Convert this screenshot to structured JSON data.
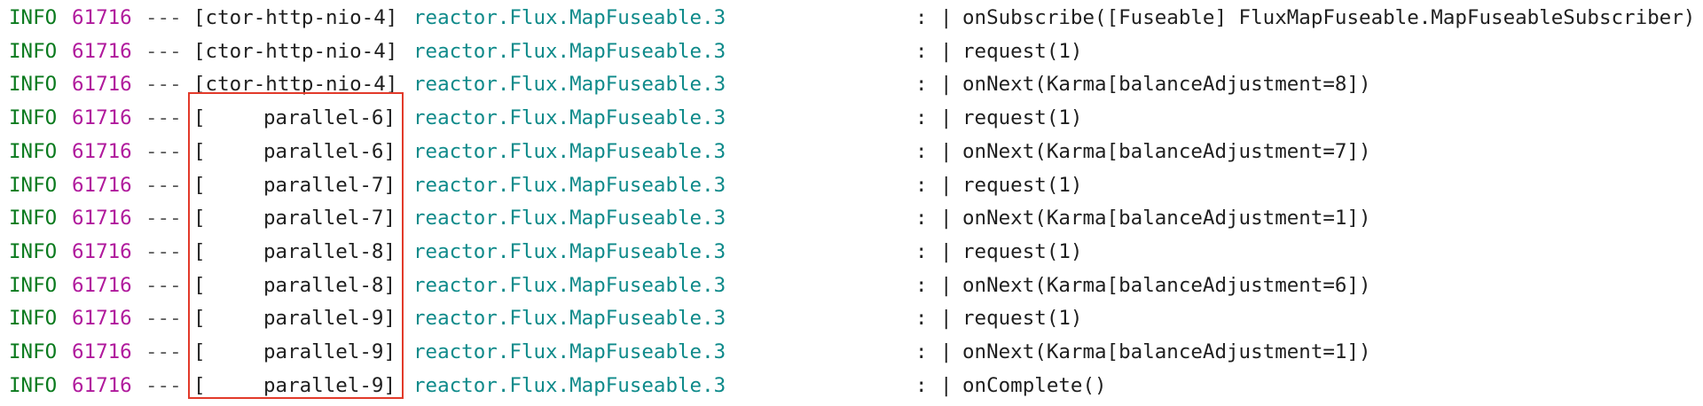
{
  "colors": {
    "level": "#0b7a1e",
    "pid": "#b0199c",
    "logger": "#0e8a8a",
    "text": "#1f1f1f",
    "highlight": "#e23a2a"
  },
  "rows": [
    {
      "level": "INFO",
      "pid": "61716",
      "sep": "---",
      "thread": "[ctor-http-nio-4]",
      "logger": "reactor.Flux.MapFuseable.3",
      "colon": ":",
      "pipe": "|",
      "message": "onSubscribe([Fuseable] FluxMapFuseable.MapFuseableSubscriber)"
    },
    {
      "level": "INFO",
      "pid": "61716",
      "sep": "---",
      "thread": "[ctor-http-nio-4]",
      "logger": "reactor.Flux.MapFuseable.3",
      "colon": ":",
      "pipe": "|",
      "message": "request(1)"
    },
    {
      "level": "INFO",
      "pid": "61716",
      "sep": "---",
      "thread": "[ctor-http-nio-4]",
      "logger": "reactor.Flux.MapFuseable.3",
      "colon": ":",
      "pipe": "|",
      "message": "onNext(Karma[balanceAdjustment=8])"
    },
    {
      "level": "INFO",
      "pid": "61716",
      "sep": "---",
      "thread": "parallel-6]",
      "bracket": "[",
      "logger": "reactor.Flux.MapFuseable.3",
      "colon": ":",
      "pipe": "|",
      "message": "request(1)"
    },
    {
      "level": "INFO",
      "pid": "61716",
      "sep": "---",
      "thread": "parallel-6]",
      "bracket": "[",
      "logger": "reactor.Flux.MapFuseable.3",
      "colon": ":",
      "pipe": "|",
      "message": "onNext(Karma[balanceAdjustment=7])"
    },
    {
      "level": "INFO",
      "pid": "61716",
      "sep": "---",
      "thread": "parallel-7]",
      "bracket": "[",
      "logger": "reactor.Flux.MapFuseable.3",
      "colon": ":",
      "pipe": "|",
      "message": "request(1)"
    },
    {
      "level": "INFO",
      "pid": "61716",
      "sep": "---",
      "thread": "parallel-7]",
      "bracket": "[",
      "logger": "reactor.Flux.MapFuseable.3",
      "colon": ":",
      "pipe": "|",
      "message": "onNext(Karma[balanceAdjustment=1])"
    },
    {
      "level": "INFO",
      "pid": "61716",
      "sep": "---",
      "thread": "parallel-8]",
      "bracket": "[",
      "logger": "reactor.Flux.MapFuseable.3",
      "colon": ":",
      "pipe": "|",
      "message": "request(1)"
    },
    {
      "level": "INFO",
      "pid": "61716",
      "sep": "---",
      "thread": "parallel-8]",
      "bracket": "[",
      "logger": "reactor.Flux.MapFuseable.3",
      "colon": ":",
      "pipe": "|",
      "message": "onNext(Karma[balanceAdjustment=6])"
    },
    {
      "level": "INFO",
      "pid": "61716",
      "sep": "---",
      "thread": "parallel-9]",
      "bracket": "[",
      "logger": "reactor.Flux.MapFuseable.3",
      "colon": ":",
      "pipe": "|",
      "message": "request(1)"
    },
    {
      "level": "INFO",
      "pid": "61716",
      "sep": "---",
      "thread": "parallel-9]",
      "bracket": "[",
      "logger": "reactor.Flux.MapFuseable.3",
      "colon": ":",
      "pipe": "|",
      "message": "onNext(Karma[balanceAdjustment=1])"
    },
    {
      "level": "INFO",
      "pid": "61716",
      "sep": "---",
      "thread": "parallel-9]",
      "bracket": "[",
      "logger": "reactor.Flux.MapFuseable.3",
      "colon": ":",
      "pipe": "|",
      "message": "onComplete()"
    }
  ]
}
